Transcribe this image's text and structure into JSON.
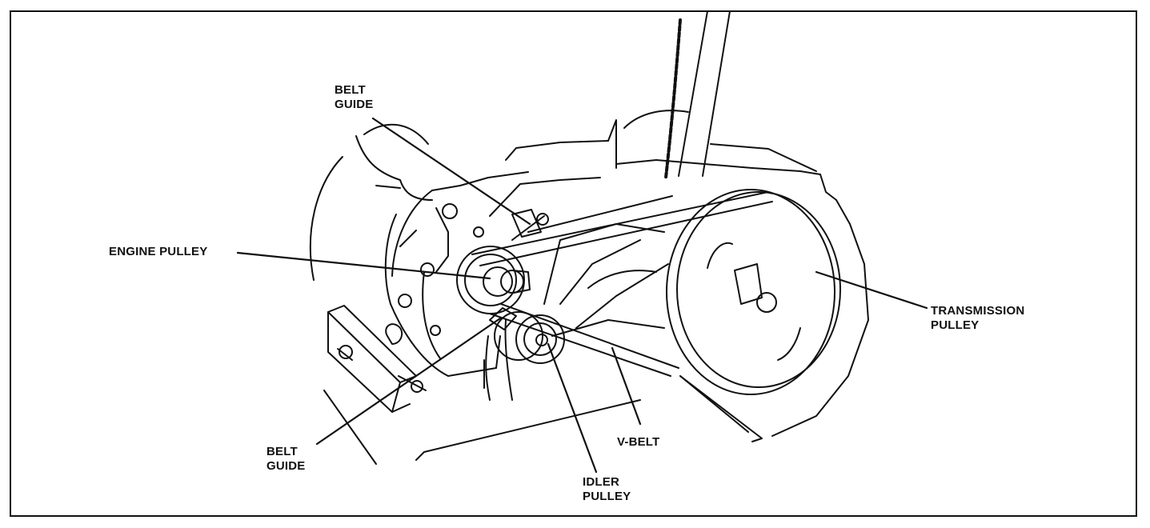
{
  "labels": {
    "belt_guide_top": [
      "BELT",
      "GUIDE"
    ],
    "engine_pulley": [
      "ENGINE PULLEY"
    ],
    "transmission_pulley": [
      "TRANSMISSION",
      "PULLEY"
    ],
    "belt_guide_bottom": [
      "BELT",
      "GUIDE"
    ],
    "v_belt": [
      "V-BELT"
    ],
    "idler_pulley": [
      "IDLER",
      "PULLEY"
    ]
  },
  "colors": {
    "ink": "#111111",
    "paper": "#ffffff"
  }
}
